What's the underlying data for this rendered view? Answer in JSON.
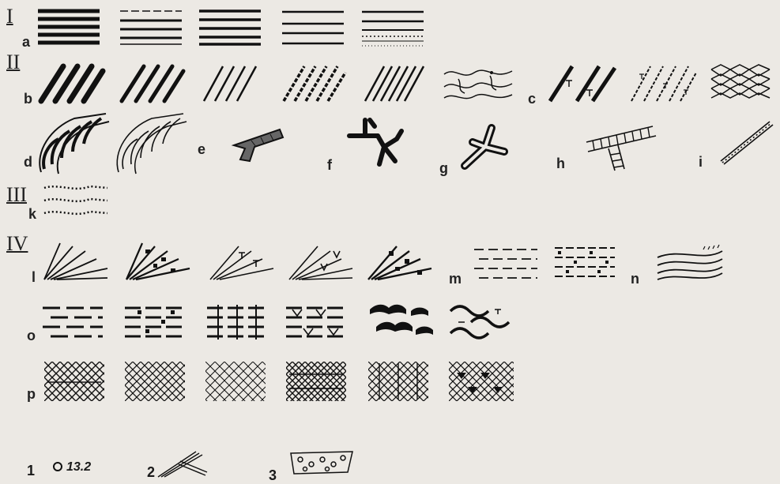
{
  "rows": {
    "r1": {
      "roman": "I",
      "label": "a"
    },
    "r2": {
      "roman": "II",
      "label_b": "b",
      "label_c": "c"
    },
    "r3": {
      "labels": [
        "d",
        "e",
        "f",
        "g",
        "h",
        "i"
      ]
    },
    "r4": {
      "roman": "III",
      "label": "k"
    },
    "r5": {
      "roman": "IV",
      "label_l": "l",
      "label_m": "m",
      "label_n": "n"
    },
    "r6": {
      "label": "o"
    },
    "r7": {
      "label": "p"
    }
  },
  "footnotes": [
    {
      "num": "1",
      "value": "13.2"
    },
    {
      "num": "2"
    },
    {
      "num": "3"
    }
  ]
}
